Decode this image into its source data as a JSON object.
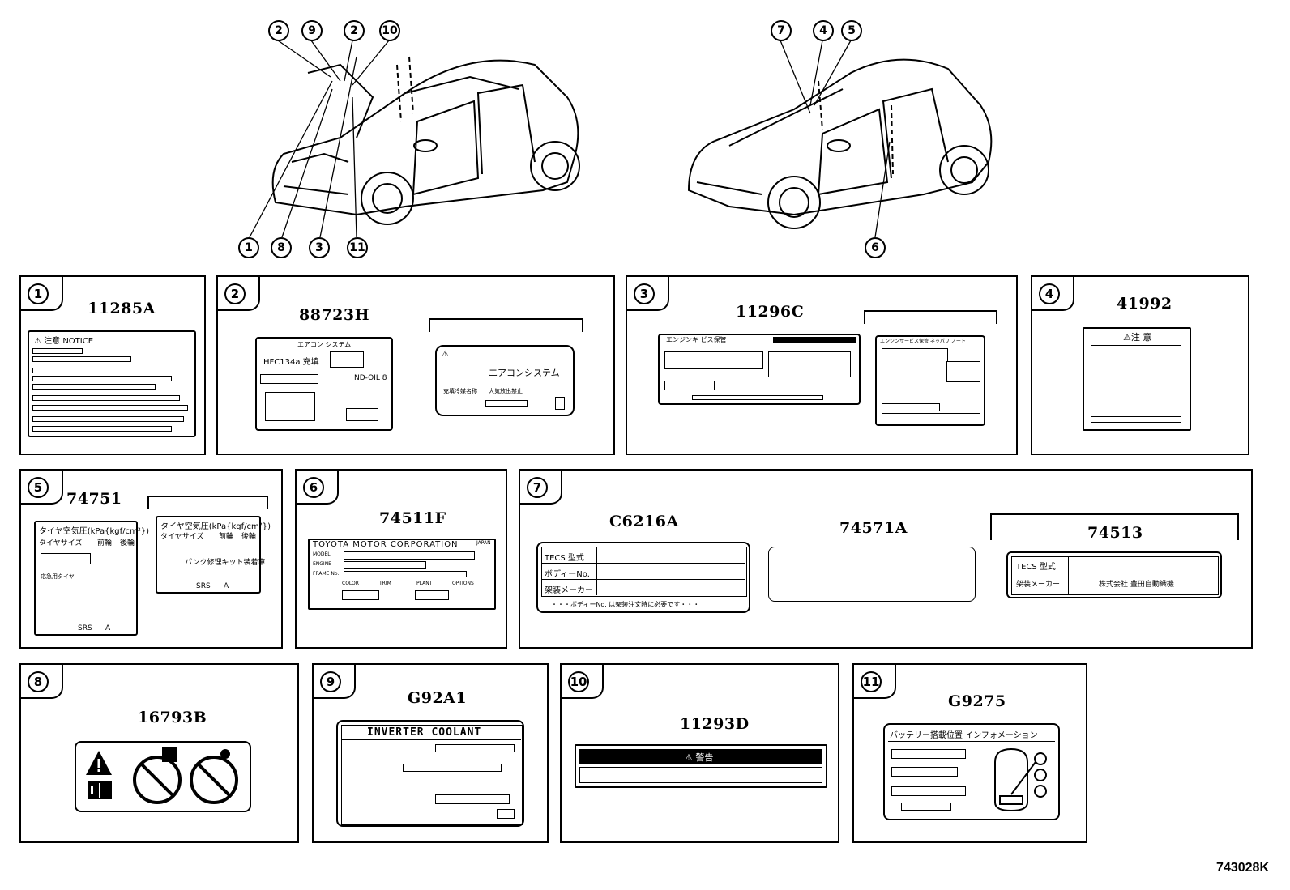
{
  "figure_number": "743028K",
  "callouts_car1": [
    "2",
    "9",
    "2",
    "10",
    "1",
    "8",
    "3",
    "11"
  ],
  "callouts_car2": [
    "7",
    "4",
    "5",
    "6"
  ],
  "panels": [
    {
      "num": "1",
      "parts": [
        "11285A"
      ],
      "texts": [
        "⚠ 注意 NOTICE"
      ]
    },
    {
      "num": "2",
      "parts": [
        "88723H"
      ],
      "texts": [
        "エアコン システム",
        "HFC134a 充填",
        "ND-OIL 8",
        "エアコンシステム",
        "充填冷媒名称",
        "大気放出禁止"
      ]
    },
    {
      "num": "3",
      "parts": [
        "11296C"
      ],
      "texts": [
        "エンジンキ ビス保管",
        "エンジンサービス保管 ネッパリ ノート"
      ]
    },
    {
      "num": "4",
      "parts": [
        "41992"
      ],
      "texts": [
        "⚠注 意"
      ]
    },
    {
      "num": "5",
      "parts": [
        "74751"
      ],
      "texts": [
        "タイヤ空気圧(kPa{kgf/cm²})",
        "タイヤサイズ",
        "前輪",
        "後輪",
        "パンク修理キット装着車",
        "応急用タイヤ",
        "SRS",
        "A"
      ]
    },
    {
      "num": "6",
      "parts": [
        "74511F"
      ],
      "texts": [
        "TOYOTA MOTOR CORPORATION",
        "JAPAN",
        "MODEL",
        "ENGINE",
        "FRAME No.",
        "COLOR",
        "TRIM",
        "PLANT",
        "OPTIONS"
      ]
    },
    {
      "num": "7",
      "parts": [
        "C6216A",
        "74571A",
        "74513"
      ],
      "texts": [
        "TECS 型式",
        "ボディーNo.",
        "架装メーカー",
        "・・・ボディーNo. は架装注文時に必要です・・・",
        "TECS 型式",
        "架装メーカー",
        "株式会社 豊田自動織機"
      ]
    },
    {
      "num": "8",
      "parts": [
        "16793B"
      ],
      "texts": []
    },
    {
      "num": "9",
      "parts": [
        "G92A1"
      ],
      "texts": [
        "INVERTER COOLANT"
      ]
    },
    {
      "num": "10",
      "parts": [
        "11293D"
      ],
      "texts": [
        "⚠ 警告"
      ]
    },
    {
      "num": "11",
      "parts": [
        "G9275"
      ],
      "texts": [
        "バッテリー搭載位置 インフォメーション"
      ]
    }
  ]
}
